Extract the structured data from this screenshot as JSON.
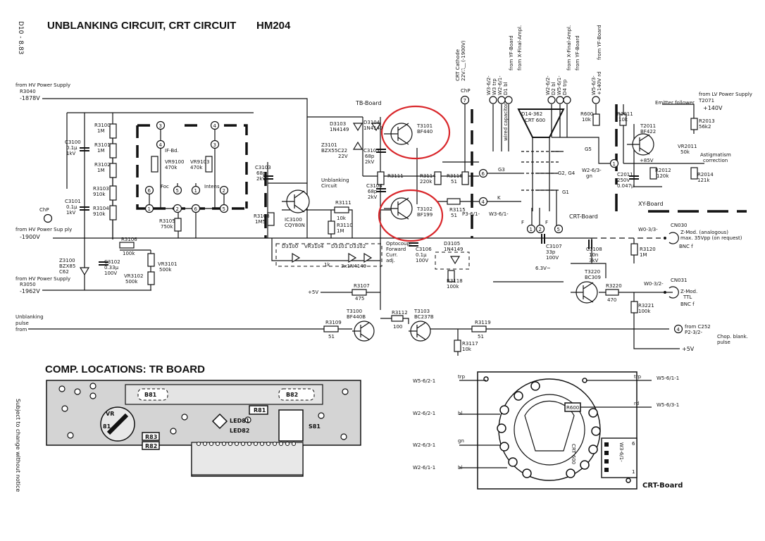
{
  "header": {
    "title": "UNBLANKING CIRCUIT, CRT CIRCUIT",
    "model": "HM204",
    "doc_code": "D10 - 8.83",
    "subtitle": "COMP. LOCATIONS: TR BOARD",
    "side_note": "Subject to change without notice"
  },
  "inputs": {
    "hv_supply_1": "from HV Power Supply",
    "r3040": "R3040",
    "v1878": "-1878V",
    "hv_supply_2": "from HV Power Sup ply",
    "v1900": "-1900V",
    "hv_supply_3": "from HV Power Supply",
    "r3050": "R3050",
    "v1962": "-1962V",
    "unblank": [
      "Unblanking",
      "pulse",
      "from"
    ],
    "chp": "ChP",
    "v5": "+5V",
    "lv_supply": [
      "from LV Power Supply",
      "T2071"
    ],
    "v140": "+140V"
  },
  "boards": {
    "tb": "TB-Board",
    "crt": "CRT-Board",
    "xy": "XY-Board",
    "ifbd": "IF-Bd."
  },
  "components": {
    "r3100": [
      "R3100",
      "1M"
    ],
    "r3101": [
      "R3101",
      "1M"
    ],
    "r3102": [
      "R3102",
      "1M"
    ],
    "r3103": [
      "R3103",
      "910k"
    ],
    "r3104": [
      "R3104",
      "910k"
    ],
    "r3105": [
      "R3105",
      "750k"
    ],
    "r3106": [
      "R3106",
      "100k"
    ],
    "c3100": [
      "C3100",
      "0.1µ",
      "1kV"
    ],
    "c3101": [
      "C3101",
      "0.1µ",
      "1kV"
    ],
    "c3102": [
      "C3102",
      "0.33µ",
      "100V"
    ],
    "z3100": [
      "Z3100",
      "BZX85",
      "C62"
    ],
    "vr3101": [
      "VR3101",
      "500k"
    ],
    "vr3102": [
      "VR3102",
      "500k"
    ],
    "vr9100": [
      "VR9100",
      "470k",
      "Foc"
    ],
    "vr9103": [
      "VR9103",
      "470k",
      "Intens"
    ],
    "c3103": [
      "C3103",
      "68p",
      "2kV"
    ],
    "r3108": [
      "R3108",
      "1M5"
    ],
    "ic3100": [
      "IC3100",
      "CQY80N"
    ],
    "unblank_circ": [
      "Unblanking",
      "Circuit"
    ],
    "r3111a": [
      "R3111",
      "10k"
    ],
    "r3110": [
      "R3110",
      "1M"
    ],
    "d3103": [
      "D3103",
      "1N4149"
    ],
    "d3104": [
      "D3104",
      "1N4149"
    ],
    "z3101": [
      "Z3101",
      "BZX55C22",
      "22V"
    ],
    "c3105": [
      "C3105",
      "68p",
      "2kV"
    ],
    "r3111b": "R3111",
    "c3104": [
      "C3104",
      "68p",
      "2kV"
    ],
    "t3101": [
      "T3101",
      "BF440"
    ],
    "t3102": [
      "T3102",
      "BF199"
    ],
    "r3114": [
      "R3114",
      "220k"
    ],
    "r3116": [
      "R3116",
      "51"
    ],
    "r3115": [
      "R3115",
      "51"
    ],
    "p361": "P3-6/1-",
    "w361": "W3-6/1-",
    "d_row": [
      "D3100",
      "VR3104",
      "D3101",
      "D3102"
    ],
    "vr3104_val": "1k",
    "d3x": "3x1N4149",
    "opto": [
      "Optocoup.",
      "Forward",
      "Curr.",
      "adj."
    ],
    "c3106": [
      "C3106",
      "0.1µ",
      "100V"
    ],
    "d3105": [
      "D3105",
      "1N4149"
    ],
    "r3118": [
      "R3118",
      "100k"
    ],
    "c3107": [
      "C3107",
      "33p",
      "100V"
    ],
    "v63": "6.3V~",
    "r3107": [
      "R3107",
      "475"
    ],
    "t3100": [
      "T3100",
      "BF440B"
    ],
    "r3112": [
      "R3112",
      "100"
    ],
    "t3103": [
      "T3103",
      "BC237B"
    ],
    "r3109": [
      "R3109",
      "51"
    ],
    "r3117": [
      "R3117",
      "10k"
    ],
    "r3119": [
      "R3119",
      "51"
    ],
    "crt": [
      "D14-362",
      "CRT 600"
    ],
    "crt_cathode": [
      "CRT Cathode",
      "22V⎍⎽ (-1900V)"
    ],
    "crt_pins": [
      "G3",
      "G2, G4",
      "K",
      "F",
      "F",
      "G1",
      "G5"
    ],
    "wired_cap": "wired capacitor",
    "r600": [
      "R600",
      "10k"
    ],
    "w263": [
      "W2-6/3-",
      "gn"
    ],
    "r2011": [
      "R2011",
      "10k"
    ],
    "t2011": [
      "T2011",
      "BF422"
    ],
    "emitter": "Emitter follower",
    "r2013": [
      "R2013",
      "56k2"
    ],
    "vr2011": [
      "VR2011",
      "50k"
    ],
    "astig": [
      "Astigmatism",
      "correction"
    ],
    "v85": "+85V",
    "c2011": [
      "C2011",
      "250V",
      "0.047µ"
    ],
    "r2012": [
      "R2012",
      "120k"
    ],
    "r2014": [
      "R2014",
      "121k"
    ],
    "top_labels": [
      [
        "W3-6/2-",
        "W3 trp",
        "W2-6/1-",
        "D1 bl"
      ],
      [
        "from YF-Board",
        "from X-Final-Ampl."
      ],
      [
        "W2-6/2-",
        "D2 bl",
        "W5-6/1-",
        "D4 trp"
      ],
      [
        "from X-Final-Ampl.",
        "from YF-Board"
      ],
      [
        "W5-6/3-",
        "+140V rd",
        "from YF-Board"
      ]
    ],
    "w033": "W0-3/3-",
    "cn030": "CN030",
    "zmod_a": [
      "Z-Mod. (analogous)",
      "max. 35Vpp (on request)"
    ],
    "bnc1": "BNC f",
    "r3120": [
      "R3120",
      "1M"
    ],
    "c3108": [
      "C3108",
      "10n",
      "3kV"
    ],
    "t3220": [
      "T3220",
      "BC309"
    ],
    "r3220": [
      "R3220",
      "470"
    ],
    "w032": "W0-3/2-",
    "cn031": "CN031",
    "zmod_t": [
      "Z-Mod.",
      "TTL"
    ],
    "bnc2": "BNC f",
    "r3221": [
      "R3221",
      "100k"
    ],
    "from_c252": [
      "from C252",
      "P2-3/2-"
    ],
    "chop": [
      "Chop. blank.",
      "pulse"
    ]
  },
  "tr_board": {
    "parts": [
      "B81",
      "B82",
      "R81",
      "VR",
      "81",
      "R83",
      "R82",
      "LED81",
      "LED82",
      "S81"
    ]
  },
  "crt_board": {
    "left": [
      [
        "W5-6/2-1",
        "trp"
      ],
      [
        "W2-6/2-1",
        "bl"
      ],
      [
        "W2-6/3-1",
        "gn"
      ],
      [
        "W2-6/1-1",
        "bl"
      ]
    ],
    "right": [
      [
        "trp",
        "W5-6/1-1"
      ],
      [
        "rd",
        "W5-6/3-1"
      ]
    ],
    "r600": "R600",
    "crt600": "CRT 600",
    "w361": "W3-6/1-",
    "pin6": "6",
    "pin1": "1",
    "caption": "CRT-Board"
  },
  "annotations": {
    "highlight_color": "#d9262a",
    "highlighted": [
      "T3101",
      "T3102"
    ]
  }
}
